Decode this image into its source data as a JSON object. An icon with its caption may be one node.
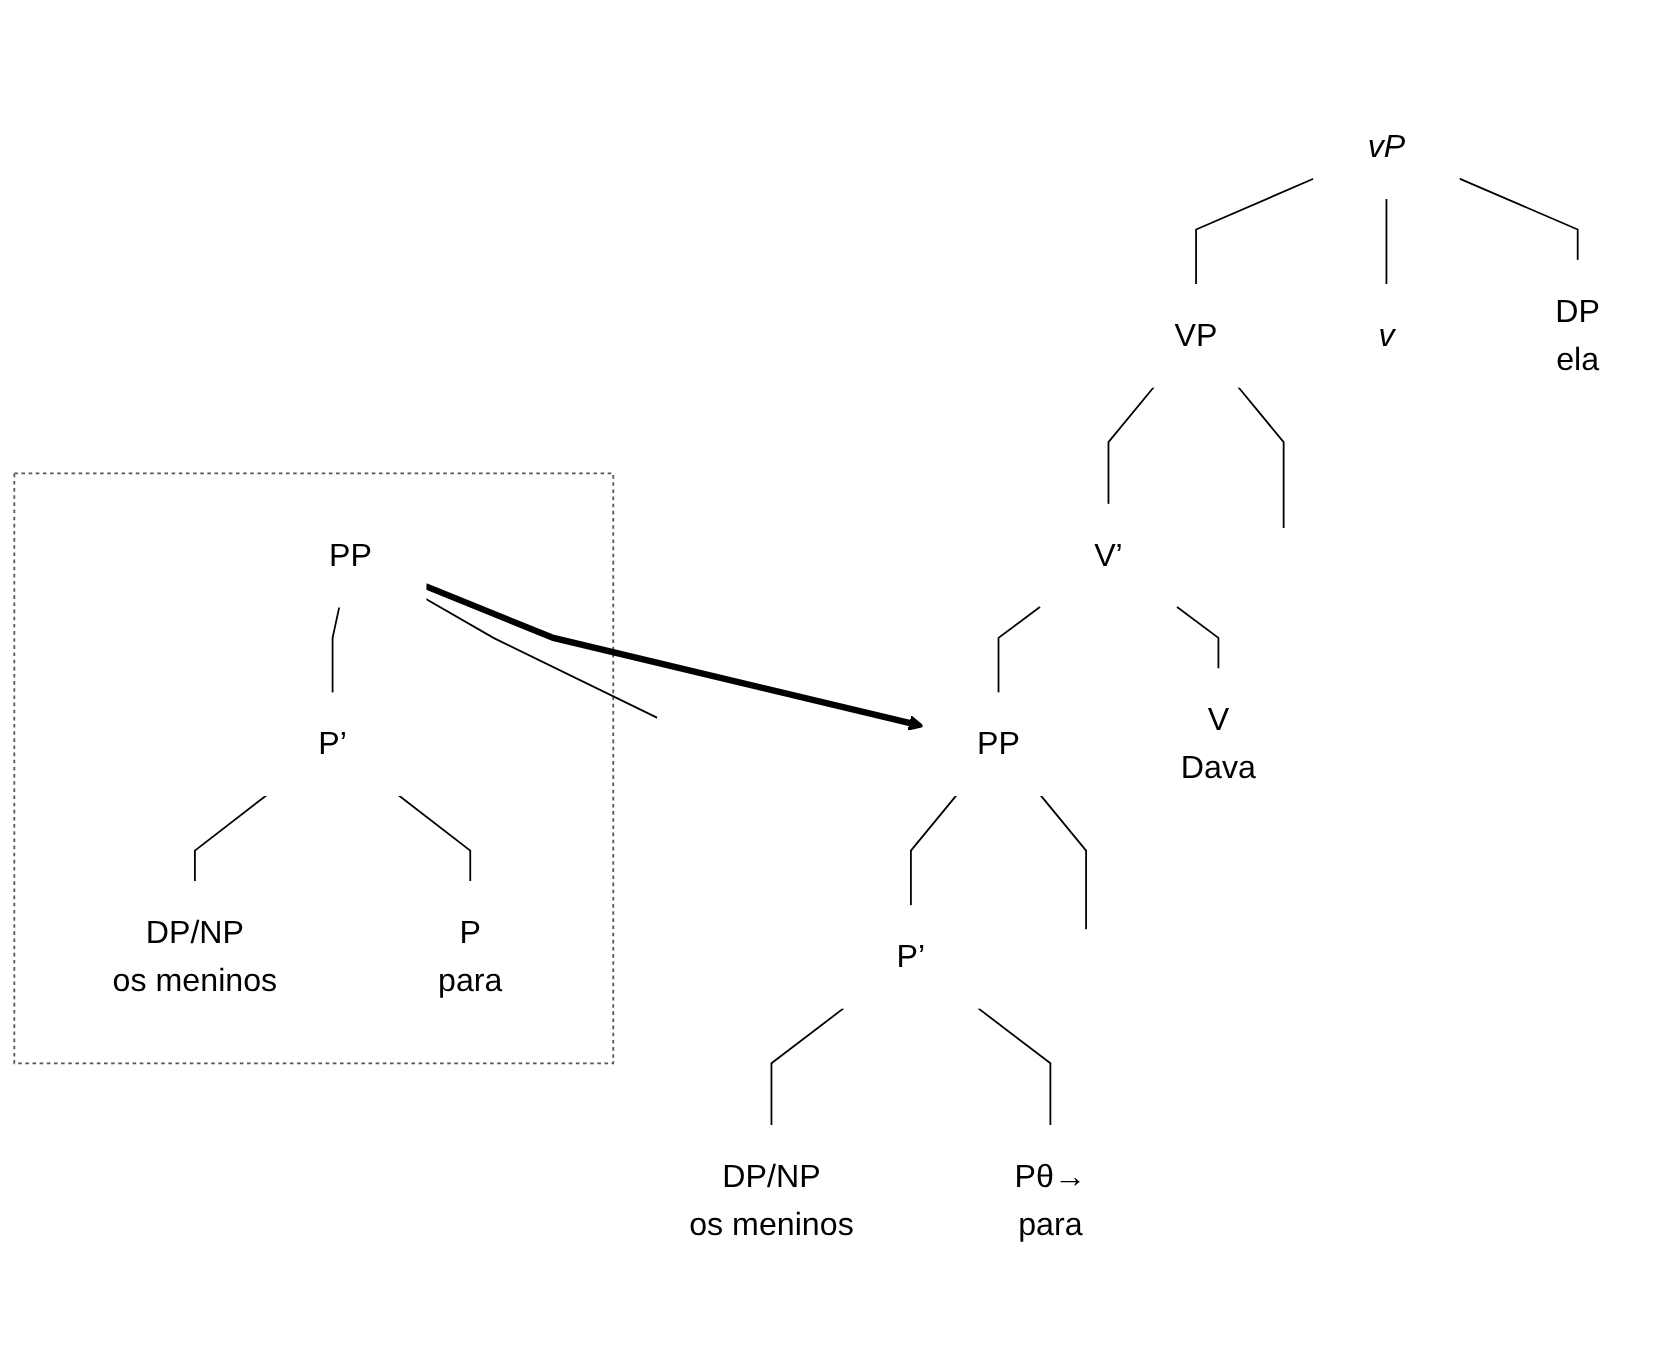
{
  "diagram": {
    "nodes": [
      {
        "text": [
          "vP"
        ]
      },
      {
        "text": [
          "DP",
          "ela"
        ]
      },
      {
        "text": [
          "v"
        ]
      },
      {
        "text": [
          "VP"
        ]
      },
      {
        "text": [
          "V’"
        ]
      },
      {
        "text": [
          "V",
          "Dava"
        ]
      },
      {
        "text": [
          "PP"
        ]
      },
      {
        "text": [
          "P’"
        ]
      },
      {
        "text": [
          "Pθ→",
          "para"
        ]
      },
      {
        "text": [
          "DP/NP",
          "os meninos"
        ]
      },
      {
        "text": [],
        "shape": "triangle"
      },
      {
        "text": [
          "PP"
        ],
        "in": 10
      },
      {
        "text": [
          "P’"
        ],
        "in": 10
      },
      {
        "text": [
          "P",
          "para"
        ],
        "in": 10
      },
      {
        "text": [
          "DP/NP",
          "os meninos"
        ],
        "in": 10
      }
    ],
    "edges": [
      {
        "from": 0,
        "to": 1,
        "arrow": "none"
      },
      {
        "from": 0,
        "to": 2,
        "arrow": "none"
      },
      {
        "from": 0,
        "to": 3,
        "arrow": "none"
      },
      {
        "from": 3,
        "to": null,
        "arrow": "none"
      },
      {
        "from": 3,
        "to": 4,
        "arrow": "none"
      },
      {
        "from": 4,
        "to": 5,
        "arrow": "none"
      },
      {
        "from": 4,
        "to": 6,
        "arrow": "none"
      },
      {
        "from": 6,
        "to": null,
        "arrow": "none"
      },
      {
        "from": 6,
        "to": 7,
        "arrow": "none"
      },
      {
        "from": 7,
        "to": 8,
        "arrow": "none"
      },
      {
        "from": 7,
        "to": 9,
        "arrow": "none"
      },
      {
        "from": 11,
        "to": 6,
        "arrow": "to",
        "style": "thick"
      },
      {
        "from": 11,
        "to": null,
        "arrow": "none"
      },
      {
        "from": 11,
        "to": 12,
        "arrow": "none"
      },
      {
        "from": 12,
        "to": 13,
        "arrow": "none"
      },
      {
        "from": 12,
        "to": 14,
        "arrow": "none"
      }
    ]
  }
}
